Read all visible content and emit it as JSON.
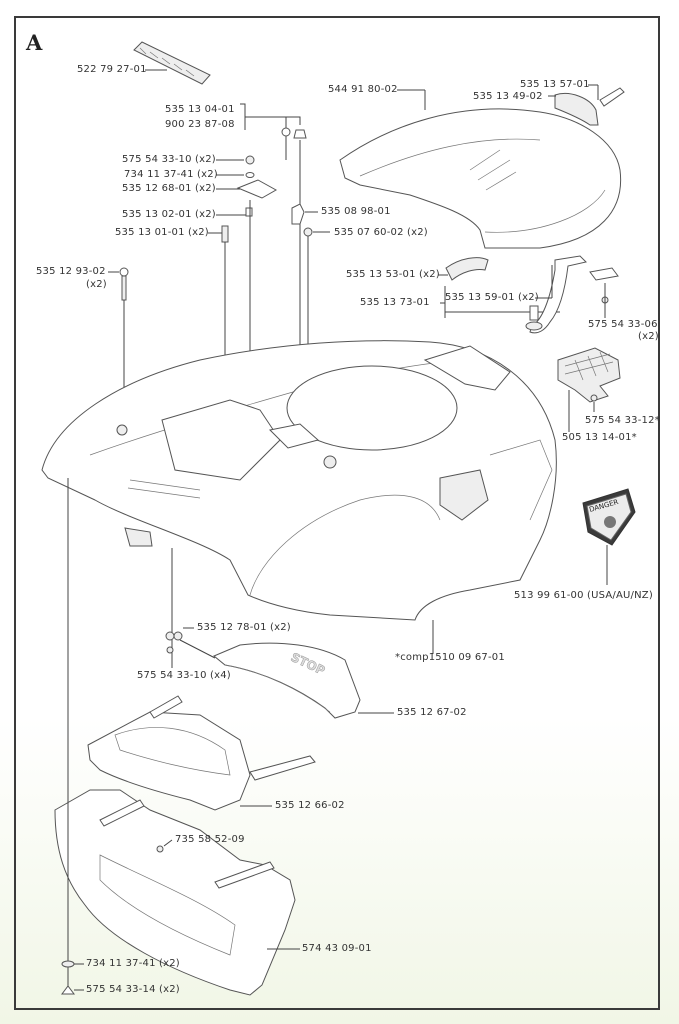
{
  "diagram": {
    "section_letter": "A",
    "background_color": "#ffffff",
    "frame_color": "#3a3a3a",
    "callouts": {
      "decal_logo": "522 79 27-01",
      "cable_a": "535 13 04-01",
      "cable_b": "900 23 87-08",
      "top_cover": "544 91 80-02",
      "handle_pin": "535 13 57-01",
      "handle": "535 13 49-02",
      "screw_a": "575 54 33-10 (x2)",
      "washer_a": "734 11 37-41 (x2)",
      "bracket_a": "535 12 68-01 (x2)",
      "clip_a": "535 13 02-01 (x2)",
      "spring_a": "535 13 01-01 (x2)",
      "hook": "535 08 98-01",
      "screw_b": "535 07 60-02 (x2)",
      "long_screw": "535 12 93-02",
      "long_screw_qty": "(x2)",
      "hinge_clip": "535 13 53-01 (x2)",
      "hinge_kit": "535 13 73-01",
      "magnet": "535 13 59-01 (x2)",
      "screw_c": "575 54 33-06",
      "screw_c_qty": "(x2)",
      "screw_d": "575 54 33-12*",
      "grid_part": "505 13 14-01*",
      "danger_decal": "513 99 61-00 (USA/AU/NZ)",
      "body_assembly": "*comp1510 09 67-01",
      "link": "535 12 78-01 (x2)",
      "screw_e": "575 54 33-10 (x4)",
      "stop_button": "535 12 67-02",
      "front_cover": "535 12 66-02",
      "nut": "735 58 52-09",
      "bumper": "574 43 09-01",
      "washer_b": "734 11 37-41 (x2)",
      "screw_f": "575 54 33-14 (x2)"
    },
    "embedded_text": {
      "stop_label": "STOP",
      "danger_label": "DANGER"
    }
  }
}
